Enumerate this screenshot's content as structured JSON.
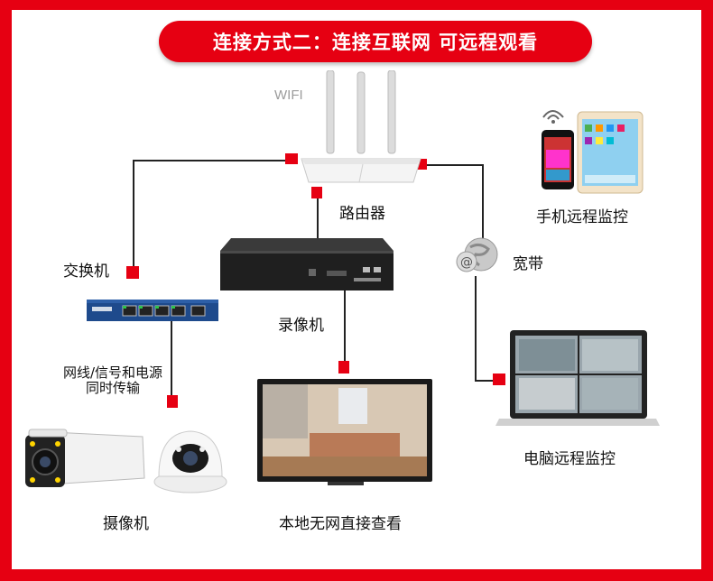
{
  "title": "连接方式二：连接互联网 可远程观看",
  "labels": {
    "wifi": "WIFI",
    "router": "路由器",
    "switch": "交换机",
    "nvr": "录像机",
    "broadband": "宽带",
    "phone": "手机远程监控",
    "pc": "电脑远程监控",
    "tv": "本地无网直接查看",
    "camera": "摄像机",
    "cable_line1": "网线/信号和电源",
    "cable_line2": "同时传输"
  },
  "colors": {
    "accent": "#e60012",
    "line": "#222222"
  },
  "icons": [
    "router-icon",
    "switch-icon",
    "nvr-icon",
    "globe-icon",
    "phone-icon",
    "tablet-icon",
    "laptop-icon",
    "monitor-icon",
    "bullet-camera-icon",
    "dome-camera-icon"
  ]
}
